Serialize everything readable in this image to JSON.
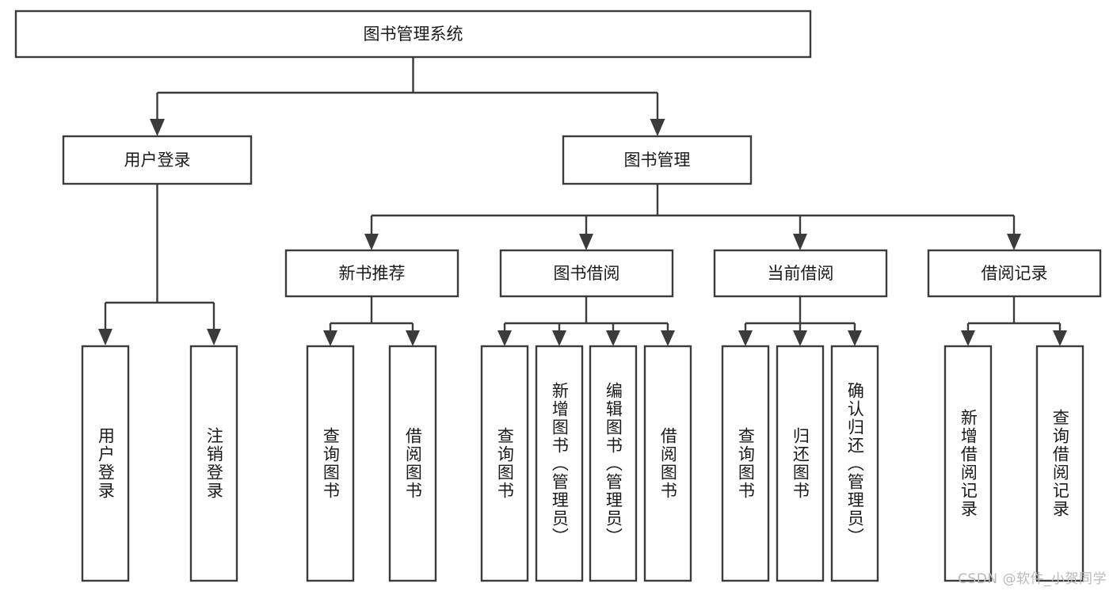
{
  "diagram": {
    "type": "tree-hierarchy",
    "title": "图书管理系统",
    "watermark": "CSDN @软件_小贺同学",
    "colors": {
      "box_stroke": "#3b3b3b",
      "box_fill": "#ffffff",
      "text": "#1a1a1a",
      "connector": "#3b3b3b",
      "watermark": "#b9b9b9",
      "background": "#ffffff"
    },
    "levels": {
      "root": {
        "label": "图书管理系统"
      },
      "level1": [
        {
          "label": "用户登录"
        },
        {
          "label": "图书管理"
        }
      ],
      "level2": [
        {
          "label": "新书推荐"
        },
        {
          "label": "图书借阅"
        },
        {
          "label": "当前借阅"
        },
        {
          "label": "借阅记录"
        }
      ],
      "leaves": {
        "user_login": [
          {
            "label": "用户登录"
          },
          {
            "label": "注销登录"
          }
        ],
        "new_book_recommend": [
          {
            "label": "查询图书"
          },
          {
            "label": "借阅图书"
          }
        ],
        "book_borrow": [
          {
            "label": "查询图书"
          },
          {
            "label": "新增图书（管理员）"
          },
          {
            "label": "编辑图书（管理员）"
          },
          {
            "label": "借阅图书"
          }
        ],
        "current_borrow": [
          {
            "label": "查询图书"
          },
          {
            "label": "归还图书"
          },
          {
            "label": "确认归还（管理员）"
          }
        ],
        "borrow_record": [
          {
            "label": "新增借阅记录"
          },
          {
            "label": "查询借阅记录"
          }
        ]
      }
    }
  }
}
